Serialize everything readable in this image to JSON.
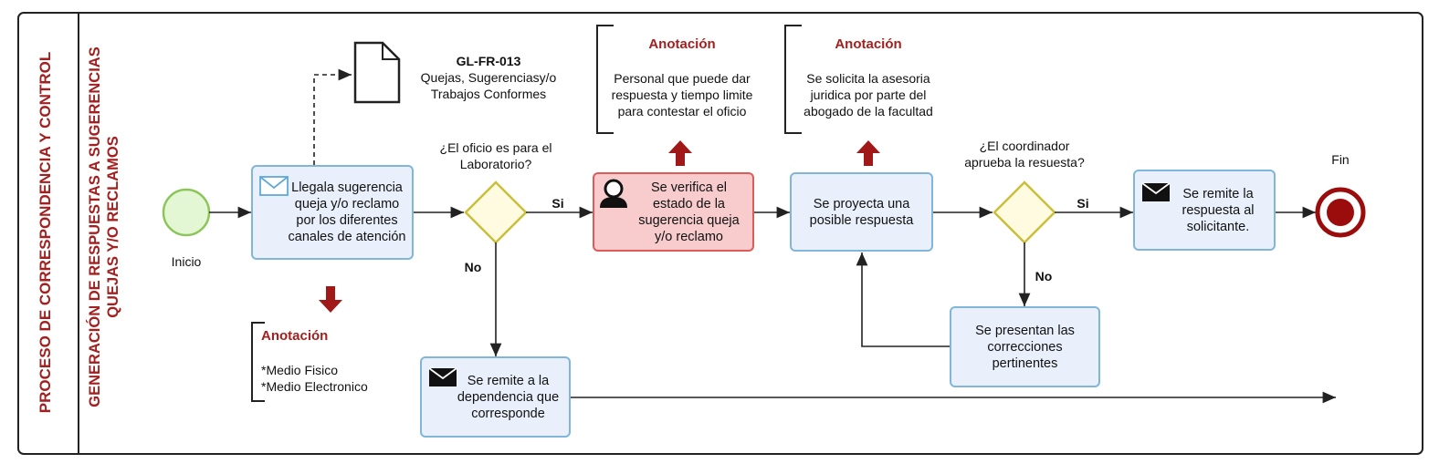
{
  "pool": {
    "title": "PROCESO DE CORRESPONDENCIA Y CONTROL",
    "lane_line1": "GENERACIÓN DE RESPUESTAS A SUGERENCIAS",
    "lane_line2": "QUEJAS Y/O RECLAMOS"
  },
  "events": {
    "start_label": "Inicio",
    "end_label": "Fin"
  },
  "document": {
    "code": "GL-FR-013",
    "line1": "Quejas, Sugerenciasy/o",
    "line2": "Trabajos Conformes"
  },
  "tasks": {
    "receive": [
      "Llegala sugerencia",
      "queja y/o reclamo",
      "por los diferentes",
      "canales de atención"
    ],
    "verify": [
      "Se verifica el",
      "estado de la",
      "sugerencia queja",
      "y/o reclamo"
    ],
    "draft": [
      "Se proyecta una",
      "posible respuesta"
    ],
    "send_reply": [
      "Se remite la",
      "respuesta al",
      "solicitante."
    ],
    "forward": [
      "Se remite a la",
      "dependencia que",
      "corresponde"
    ],
    "corrections": [
      "Se presentan las",
      "correcciones",
      "pertinentes"
    ]
  },
  "gateways": {
    "g1_question": [
      "¿El oficio es para el",
      "Laboratorio?"
    ],
    "g2_question": [
      "¿El coordinador",
      "aprueba la resuesta?"
    ],
    "yes": "Si",
    "no": "No"
  },
  "annotations": {
    "title": "Anotación",
    "a1": [
      "Personal que puede dar",
      "respuesta y tiempo limite",
      "para contestar el oficio"
    ],
    "a2": [
      "Se solicita la asesoria",
      "juridica por parte del",
      "abogado de la facultad"
    ],
    "a3": [
      "*Medio Fisico",
      "*Medio Electronico"
    ]
  },
  "colors": {
    "annotation_red": "#a32020",
    "task_blue_fill": "#e9f0fb",
    "task_blue_border": "#7fb6d9",
    "task_red_fill": "#f8cccc",
    "task_red_border": "#e05a5a",
    "gateway_fill": "#fffbe0",
    "gateway_border": "#c9bf3c",
    "start_fill": "#e3f7d4",
    "start_border": "#8cc65a",
    "end_color": "#9b0d0d"
  }
}
